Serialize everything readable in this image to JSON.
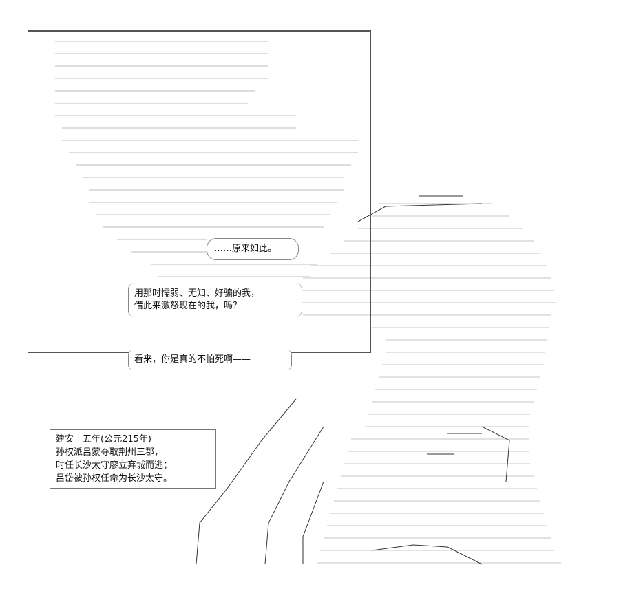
{
  "narration": {
    "lines": [
      "建安十五年(公元215年)",
      "孙权派吕蒙夺取荆州三郡，",
      "时任长沙太守廖立弃城而逃；",
      "吕岱被孙权任命为长沙太守。"
    ]
  },
  "dialogue": {
    "bubble_1": [
      "……原来如此。"
    ],
    "bubble_2": [
      "用那时懦弱、无知、好骗的我，",
      "借此来激怒现在的我，吗？"
    ],
    "bubble_3": [
      "看来，你是真的不怕死啊——"
    ]
  }
}
